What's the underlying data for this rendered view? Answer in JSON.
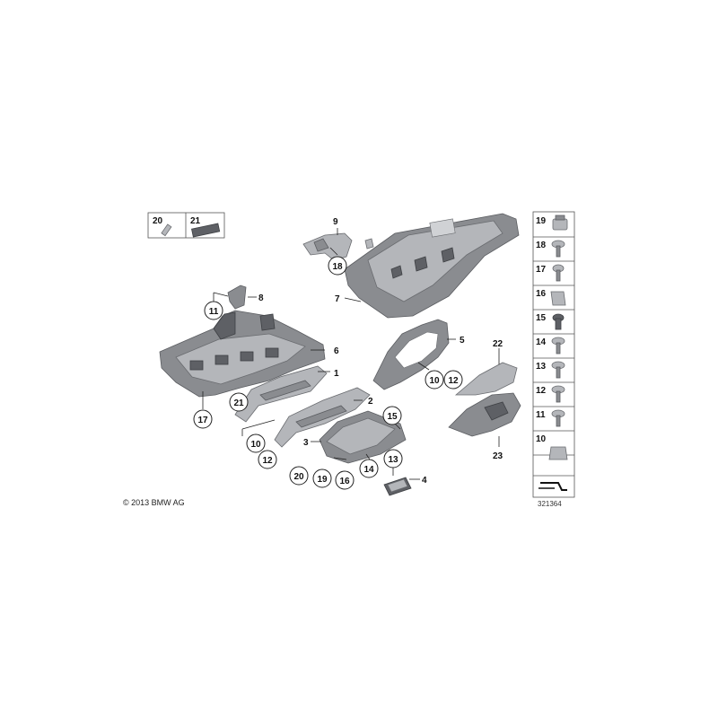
{
  "callouts": {
    "c1": "1",
    "c2": "2",
    "c3": "3",
    "c4": "4",
    "c5": "5",
    "c6": "6",
    "c7": "7",
    "c8": "8",
    "c9": "9",
    "c10a": "10",
    "c10b": "10",
    "c11": "11",
    "c12a": "12",
    "c12b": "12",
    "c13": "13",
    "c14": "14",
    "c15": "15",
    "c16": "16",
    "c17": "17",
    "c18": "18",
    "c19": "19",
    "c20": "20",
    "c21": "21",
    "c22": "22",
    "c23": "23"
  },
  "kit_box": {
    "left_label": "20",
    "right_label": "21"
  },
  "fastener_column": [
    "19",
    "18",
    "17",
    "16",
    "15",
    "14",
    "13",
    "12",
    "11",
    "10"
  ],
  "copyright": "© 2013 BMW AG",
  "diagram_number": "321364"
}
